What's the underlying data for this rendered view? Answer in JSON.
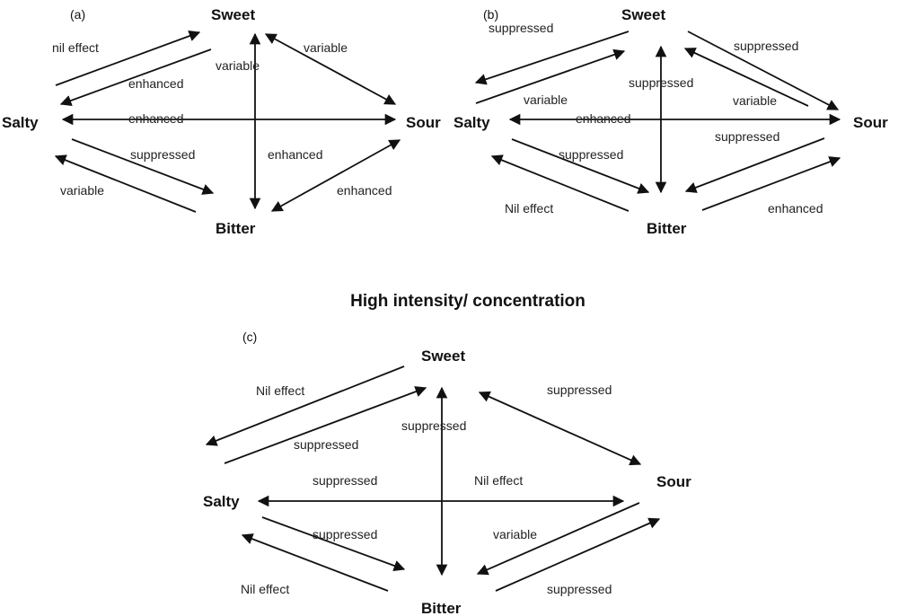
{
  "heading": "High intensity/ concentration",
  "panels": [
    {
      "id": "a",
      "label": "(a)",
      "nodes": {
        "sweet": "Sweet",
        "salty": "Salty",
        "sour": "Sour",
        "bitter": "Bitter"
      },
      "edges": [
        {
          "id": "salty-to-sweet",
          "label": "nil effect"
        },
        {
          "id": "sweet-to-salty",
          "label": "enhanced"
        },
        {
          "id": "sweet-bitter",
          "label": "variable"
        },
        {
          "id": "sweet-sour",
          "label": "variable"
        },
        {
          "id": "salty-sour",
          "label": "enhanced"
        },
        {
          "id": "salty-to-bitter",
          "label": "suppressed"
        },
        {
          "id": "bitter-to-salty",
          "label": "variable"
        },
        {
          "id": "sour-bitter",
          "label": "enhanced"
        },
        {
          "id": "sweet-bitter-2",
          "label": "enhanced"
        }
      ]
    },
    {
      "id": "b",
      "label": "(b)",
      "nodes": {
        "sweet": "Sweet",
        "salty": "Salty",
        "sour": "Sour",
        "bitter": "Bitter"
      },
      "edges": [
        {
          "id": "sweet-to-salty",
          "label": "suppressed"
        },
        {
          "id": "salty-to-sweet",
          "label": "variable"
        },
        {
          "id": "sweet-bitter",
          "label": "suppressed"
        },
        {
          "id": "sweet-to-sour",
          "label": "suppressed"
        },
        {
          "id": "sour-to-sweet",
          "label": "variable"
        },
        {
          "id": "salty-sour",
          "label": "enhanced"
        },
        {
          "id": "salty-to-bitter",
          "label": "suppressed"
        },
        {
          "id": "bitter-to-salty",
          "label": "Nil effect"
        },
        {
          "id": "sour-to-bitter",
          "label": "suppressed"
        },
        {
          "id": "bitter-to-sour",
          "label": "enhanced"
        }
      ]
    },
    {
      "id": "c",
      "label": "(c)",
      "nodes": {
        "sweet": "Sweet",
        "salty": "Salty",
        "sour": "Sour",
        "bitter": "Bitter"
      },
      "edges": [
        {
          "id": "salty-to-sweet-upper",
          "label": "Nil effect"
        },
        {
          "id": "sweet-bitter",
          "label": "suppressed"
        },
        {
          "id": "sweet-to-salty",
          "label": "suppressed"
        },
        {
          "id": "sweet-sour",
          "label": "suppressed"
        },
        {
          "id": "salty-sour-left",
          "label": "suppressed"
        },
        {
          "id": "salty-sour-right",
          "label": "Nil effect"
        },
        {
          "id": "salty-to-bitter",
          "label": "suppressed"
        },
        {
          "id": "bitter-to-salty",
          "label": "Nil effect"
        },
        {
          "id": "sour-to-bitter",
          "label": "variable"
        },
        {
          "id": "bitter-to-sour",
          "label": "suppressed"
        }
      ]
    }
  ]
}
